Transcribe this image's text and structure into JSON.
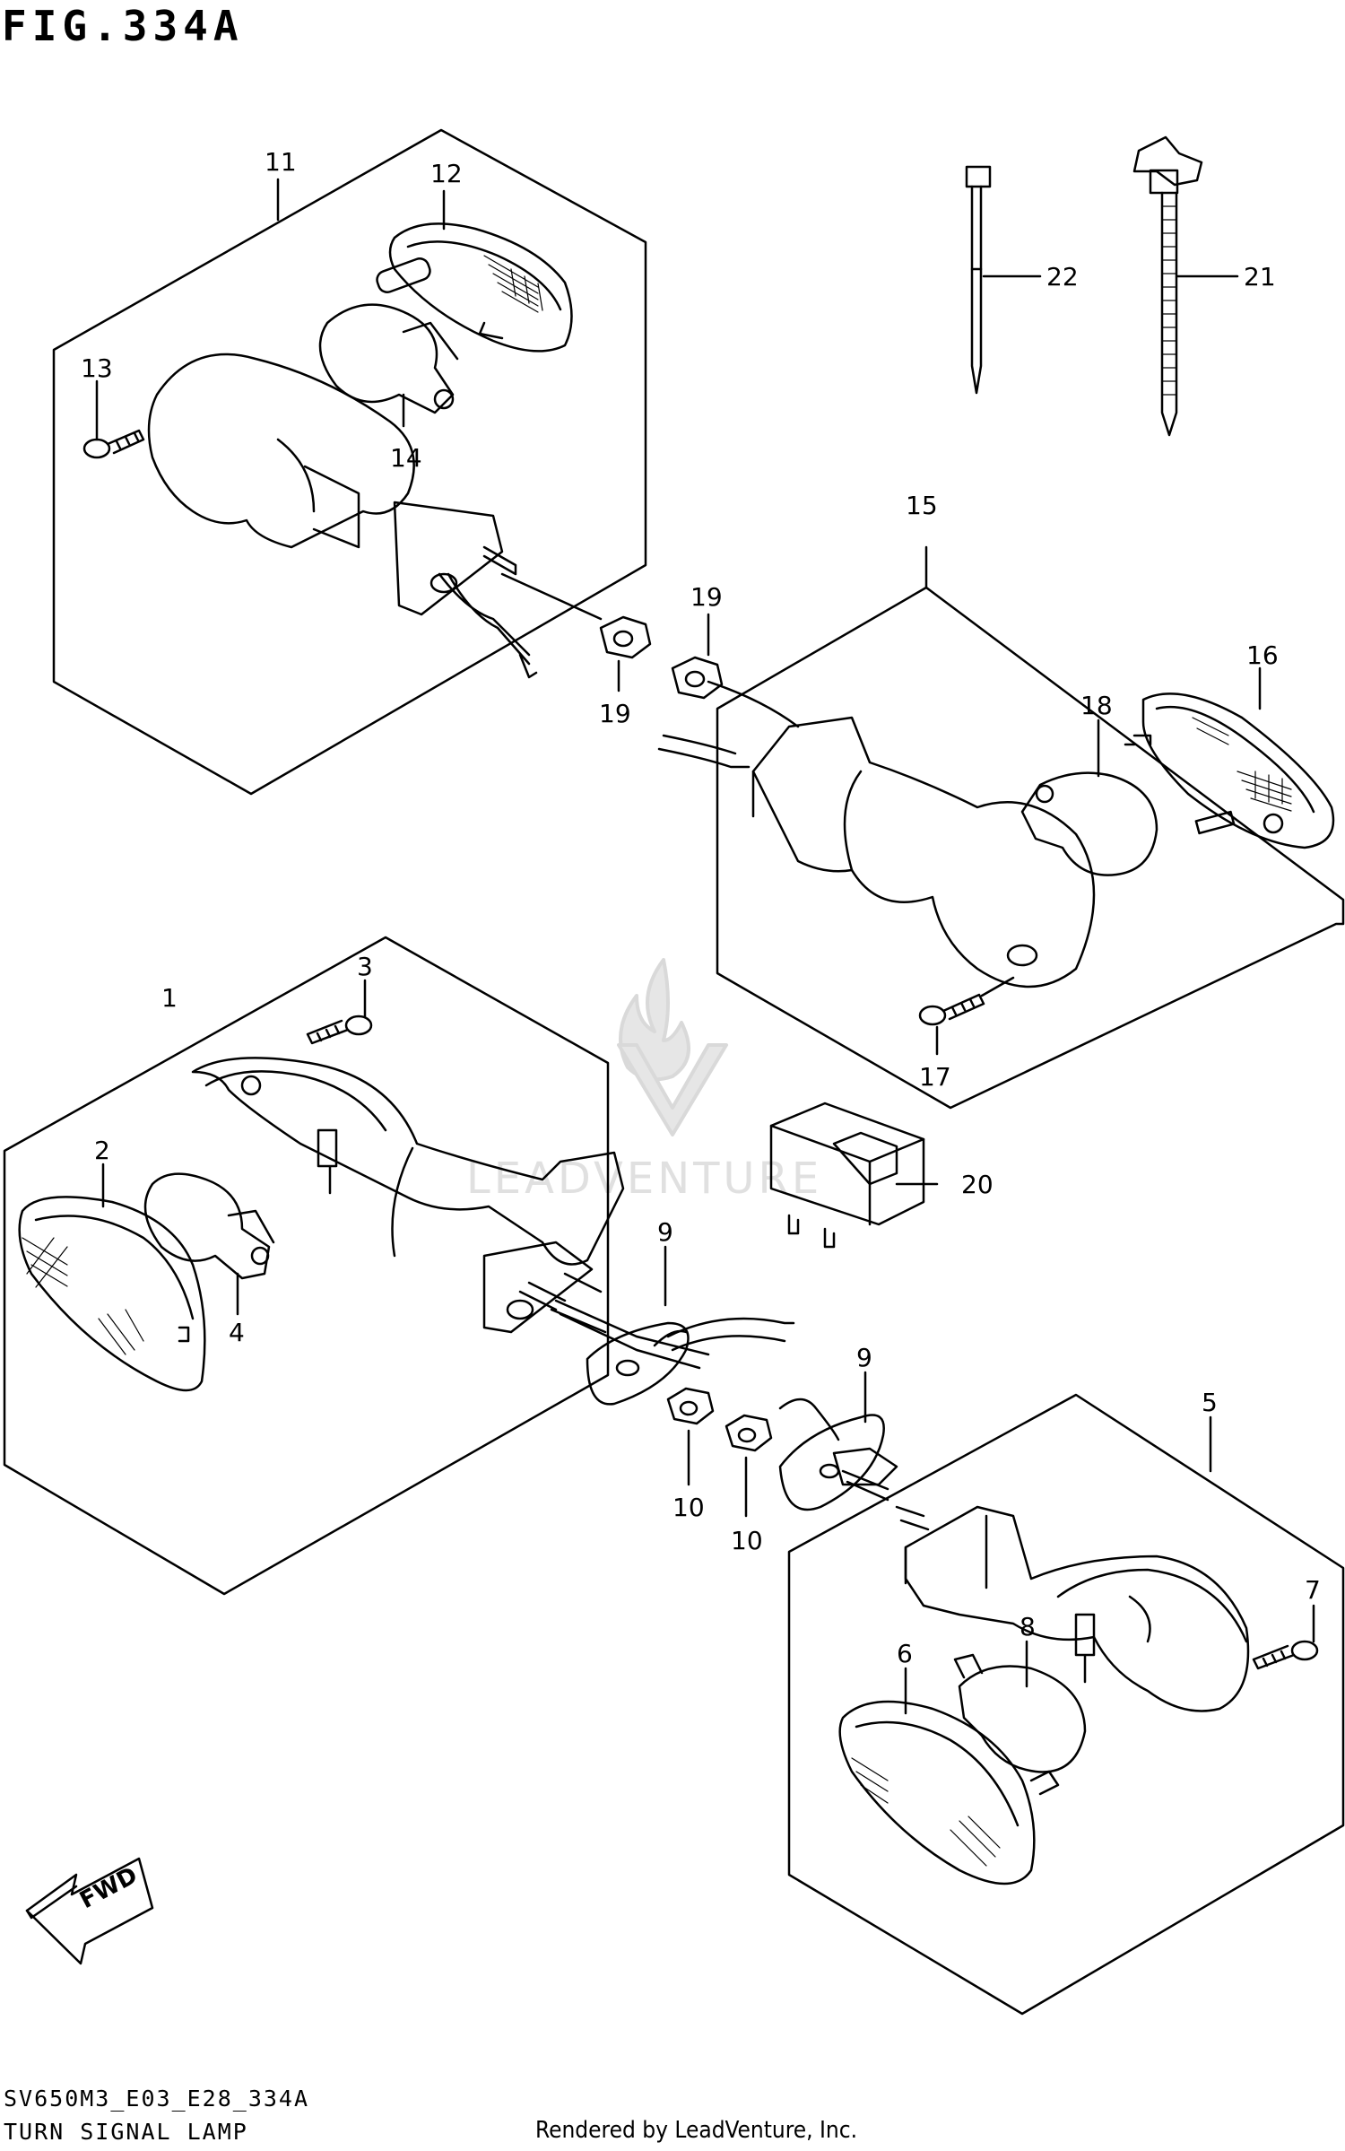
{
  "figure": {
    "title": "FIG.334A",
    "code": "SV650M3_E03_E28_334A",
    "caption": "TURN SIGNAL LAMP",
    "rendered_by": "Rendered by LeadVenture, Inc.",
    "watermark": "LEADVENTURE",
    "fwd_label": "FWD"
  },
  "callouts": {
    "c1": "1",
    "c2": "2",
    "c3": "3",
    "c4": "4",
    "c5": "5",
    "c6": "6",
    "c7": "7",
    "c8": "8",
    "c9a": "9",
    "c9b": "9",
    "c10a": "10",
    "c10b": "10",
    "c11": "11",
    "c12": "12",
    "c13": "13",
    "c14": "14",
    "c15": "15",
    "c16": "16",
    "c17": "17",
    "c18": "18",
    "c19a": "19",
    "c19b": "19",
    "c20": "20",
    "c21": "21",
    "c22": "22"
  },
  "colors": {
    "line": "#000000",
    "watermark": "#d9d9d9",
    "background": "#ffffff"
  }
}
